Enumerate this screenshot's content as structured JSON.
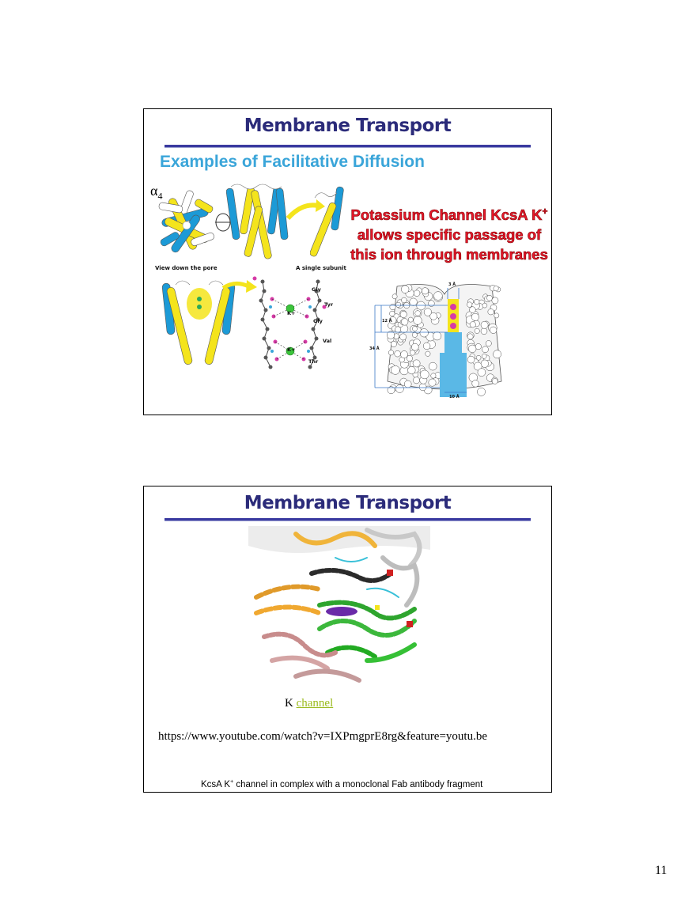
{
  "page": {
    "number": "11"
  },
  "slide1": {
    "title": "Membrane Transport",
    "subtitle": "Examples of Facilitative Diffusion",
    "alpha_label": "α",
    "alpha_sub": "4",
    "red_line1": "Potassium Channel KcsA K",
    "red_line1_sup": "+",
    "red_line2": "allows specific passage of",
    "red_line3": "this ion through membranes",
    "label_view": "View down the pore",
    "label_subunit": "A single subunit",
    "residues": [
      "Gly",
      "Tyr",
      "Gly",
      "Val",
      "Thr"
    ],
    "ions": [
      "K+",
      "K+"
    ],
    "dims": [
      "3 Å",
      "12 Å",
      "34 Å",
      "10 Å"
    ],
    "colors": {
      "helix_blue": "#1c9ad6",
      "helix_yellow": "#f4e41c",
      "ion_green": "#3cc43c",
      "oxygen_pink": "#d63aa6",
      "pore_blue": "#5ab8e6"
    }
  },
  "slide2": {
    "title": "Membrane Transport",
    "k_prefix": "K ",
    "k_link": "channel",
    "url": "https://www.youtube.com/watch?v=IXPmgprE8rg&feature=youtu.be",
    "caption_pre": "KcsA K",
    "caption_sup": "+",
    "caption_post": " channel in complex with a monoclonal Fab antibody fragment"
  }
}
